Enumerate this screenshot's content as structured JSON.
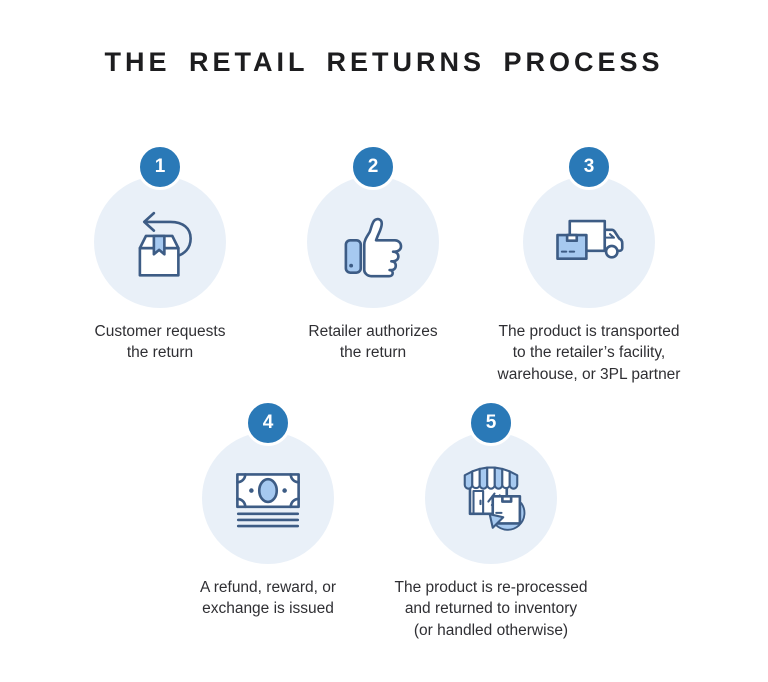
{
  "title": "THE RETAIL RETURNS PROCESS",
  "colors": {
    "badge_blue": "#2a79b7",
    "badge_ring": "#ffffff",
    "circle_bg": "#e9f0f8",
    "icon_stroke": "#3d5c85",
    "icon_fill": "#a6c9f0",
    "title_text": "#1d1d1f",
    "body_text": "#2f2f33",
    "background": "#ffffff"
  },
  "steps": [
    {
      "number": "1",
      "icon": "return-box-icon",
      "caption": "Customer requests\nthe return"
    },
    {
      "number": "2",
      "icon": "thumbs-up-icon",
      "caption": "Retailer authorizes\nthe return"
    },
    {
      "number": "3",
      "icon": "delivery-truck-icon",
      "caption": "The product is transported\nto the retailer’s facility,\nwarehouse, or 3PL partner"
    },
    {
      "number": "4",
      "icon": "cash-refund-icon",
      "caption": "A refund, reward, or\nexchange is issued"
    },
    {
      "number": "5",
      "icon": "store-restock-icon",
      "caption": "The product is re-processed\nand returned to inventory\n(or handled otherwise)"
    }
  ]
}
